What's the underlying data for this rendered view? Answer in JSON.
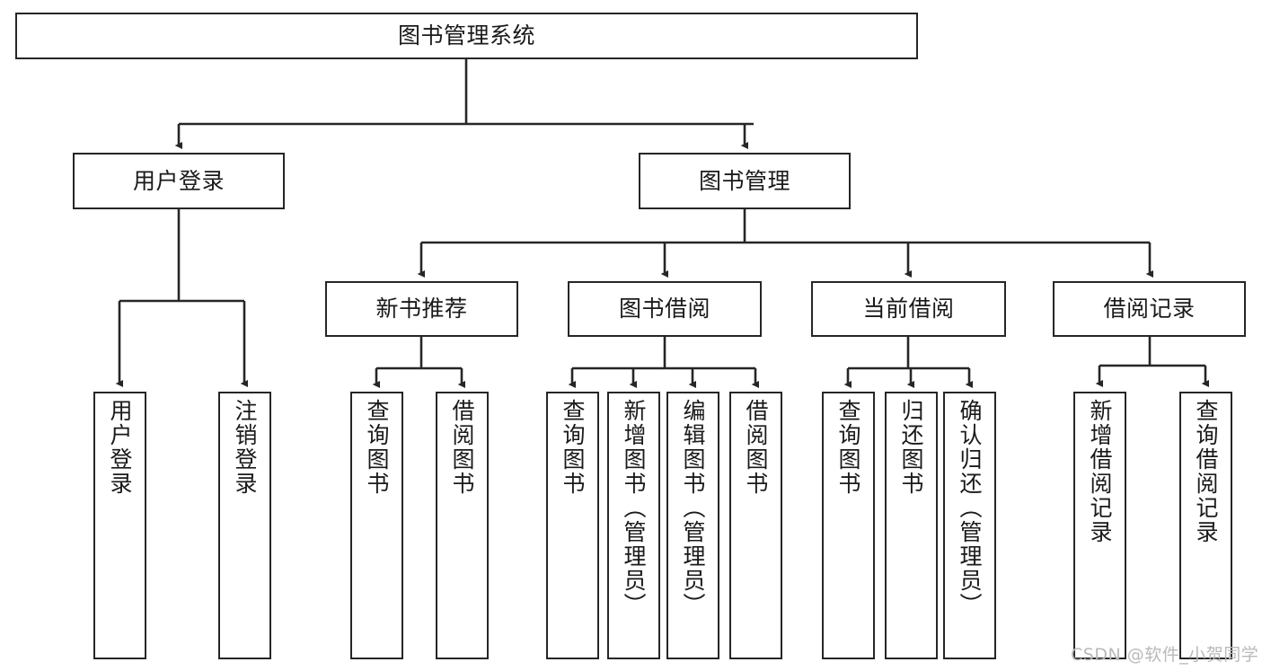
{
  "diagram": {
    "title": "图书管理系统",
    "type": "tree",
    "watermark": "CSDN @软件_小贺同学",
    "colors": {
      "box_border": "#262626",
      "box_fill": "#ffffff",
      "edge": "#262626",
      "text": "#1a1a1a",
      "watermark": "#b9b9b9",
      "background": "#ffffff"
    },
    "nodes": {
      "root": {
        "label": "图书管理系统"
      },
      "level2": [
        {
          "label": "用户登录"
        },
        {
          "label": "图书管理"
        }
      ],
      "level3": [
        {
          "label": "新书推荐"
        },
        {
          "label": "图书借阅"
        },
        {
          "label": "当前借阅"
        },
        {
          "label": "借阅记录"
        }
      ],
      "leaves_user_login": [
        {
          "label": "用户登录"
        },
        {
          "label": "注销登录"
        }
      ],
      "leaves_new_book": [
        {
          "label": "查询图书"
        },
        {
          "label": "借阅图书"
        }
      ],
      "leaves_borrow": [
        {
          "label": "查询图书"
        },
        {
          "label": "新增图书（管理员）"
        },
        {
          "label": "编辑图书（管理员）"
        },
        {
          "label": "借阅图书"
        }
      ],
      "leaves_current": [
        {
          "label": "查询图书"
        },
        {
          "label": "归还图书"
        },
        {
          "label": "确认归还（管理员）"
        }
      ],
      "leaves_records": [
        {
          "label": "新增借阅记录"
        },
        {
          "label": "查询借阅记录"
        }
      ]
    }
  }
}
